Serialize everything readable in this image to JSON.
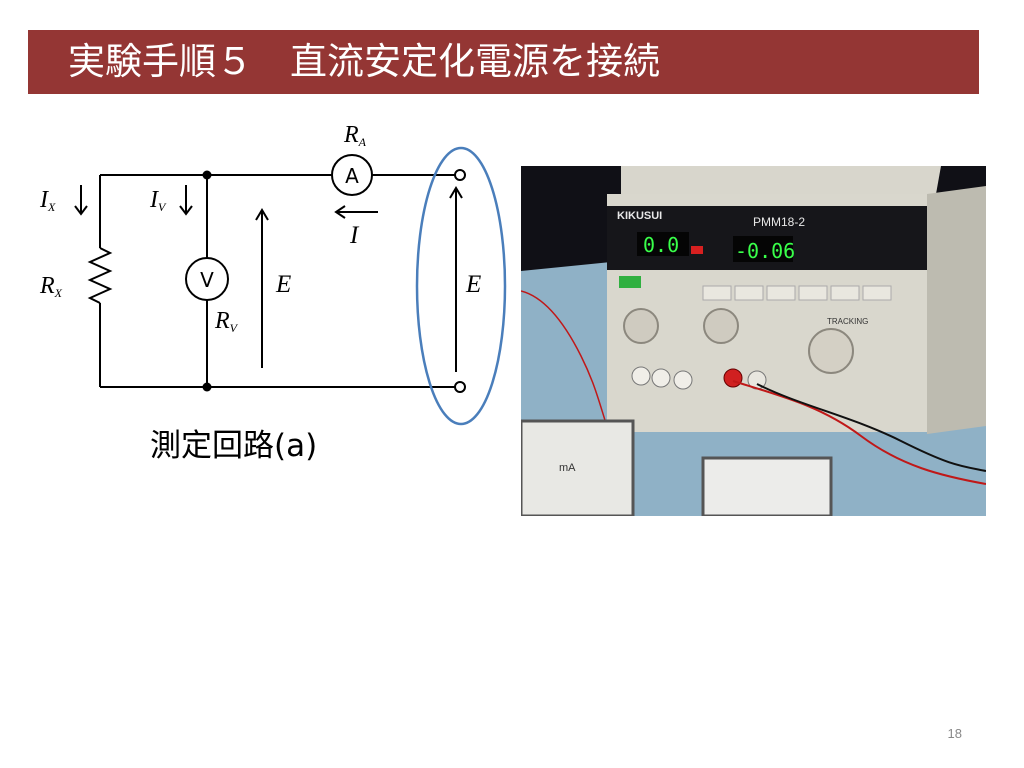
{
  "title": "実験手順５　直流安定化電源を接続",
  "circuit": {
    "caption": "測定回路(a)",
    "labels": {
      "RA_main": "R",
      "RA_sub": "A",
      "A": "A",
      "I": "I",
      "IX_main": "I",
      "IX_sub": "X",
      "IV_main": "I",
      "IV_sub": "V",
      "RX_main": "R",
      "RX_sub": "X",
      "V": "V",
      "RV_main": "R",
      "RV_sub": "V",
      "E_left": "E",
      "E_right": "E"
    }
  },
  "photo": {
    "brand": "KIKUSUI",
    "model": "PMM18-2",
    "left_display": "0.0",
    "right_display": "-0.06",
    "tracking": "TRACKING",
    "meter_left_unit": "mA"
  },
  "colors": {
    "title_bar": "#943634",
    "highlight_ellipse": "#4a7ebb",
    "display_green": "#39ff4a"
  },
  "slide_number": "18"
}
